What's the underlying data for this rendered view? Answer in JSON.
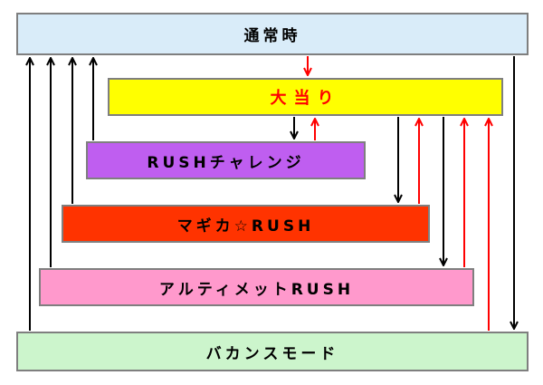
{
  "colors": {
    "normal": "#d9ecf9",
    "jackpot": "#ffff00",
    "jackpot_text": "#ff0000",
    "rush_challenge": "#bf5ef0",
    "magika_rush": "#ff3300",
    "ultimate_rush": "#ff99cc",
    "vacance_mode": "#ccf5cc",
    "arrow_black": "#000000",
    "arrow_red": "#ff0000"
  },
  "boxes": {
    "normal": "通常時",
    "jackpot": "大当り",
    "rush_challenge": "RUSHチャレンジ",
    "magika_rush": "マギカ☆RUSH",
    "ultimate_rush": "アルティメットRUSH",
    "vacance_mode": "バカンスモード"
  }
}
